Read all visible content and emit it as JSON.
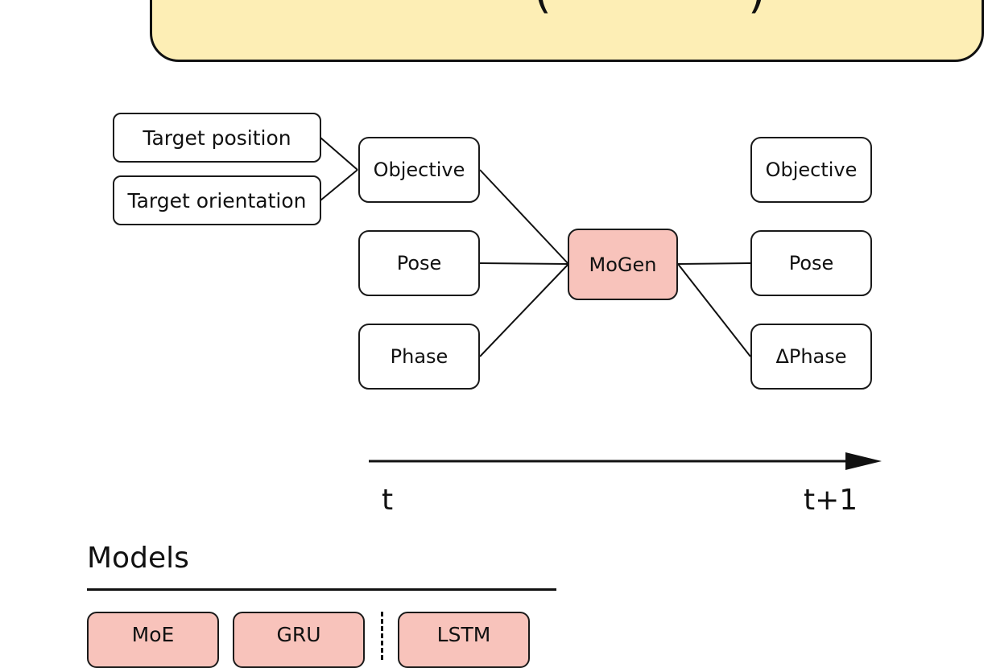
{
  "banner": {
    "paren_left": "(",
    "paren_right": ")"
  },
  "inputs": {
    "target_position": "Target position",
    "target_orientation": "Target orientation",
    "objective": "Objective",
    "pose": "Pose",
    "phase": "Phase"
  },
  "model_node": "MoGen",
  "outputs": {
    "objective": "Objective",
    "pose": "Pose",
    "delta_phase": "ΔPhase"
  },
  "timeline": {
    "start": "t",
    "end": "t+1"
  },
  "models_section": {
    "title": "Models",
    "items": [
      "MoE",
      "GRU",
      "LSTM"
    ]
  },
  "colors": {
    "highlight": "#f8c3bb",
    "banner": "#fdeeb5",
    "stroke": "#111111"
  }
}
